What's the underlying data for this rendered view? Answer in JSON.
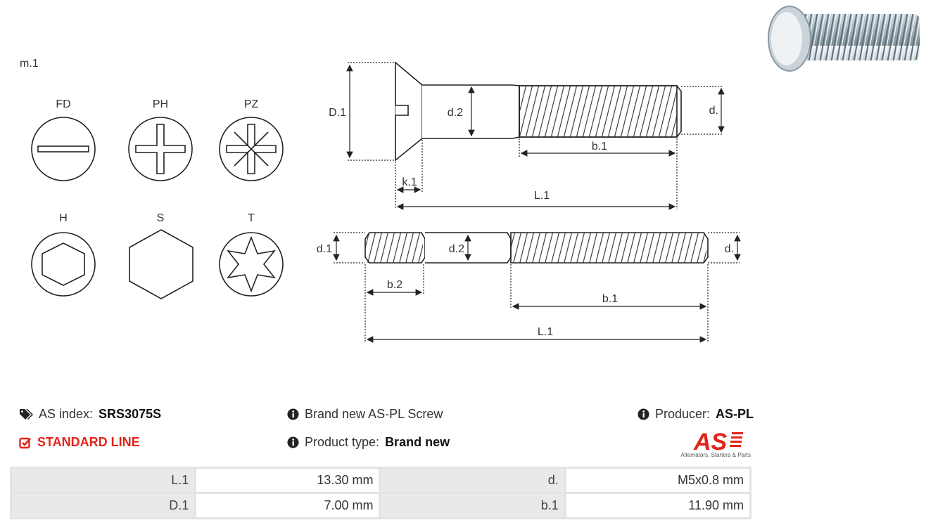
{
  "drawing": {
    "m_label": "m.1",
    "drive_types": [
      "FD",
      "PH",
      "PZ",
      "H",
      "S",
      "T"
    ],
    "top_dims": {
      "D1": "D.1",
      "d2": "d.2",
      "d": "d.",
      "b1": "b.1",
      "k1": "k.1",
      "L1": "L.1"
    },
    "bottom_dims": {
      "d1": "d.1",
      "d2": "d.2",
      "d": "d.",
      "b2": "b.2",
      "b1": "b.1",
      "L1": "L.1"
    }
  },
  "info": {
    "as_index_label": "AS index:",
    "as_index_value": "SRS3075S",
    "line": "STANDARD LINE",
    "description": "Brand new AS-PL Screw",
    "product_type_label": "Product type:",
    "product_type_value": "Brand new",
    "producer_label": "Producer:",
    "producer_value": "AS-PL"
  },
  "logo": {
    "text": "AS",
    "tagline": "Alternators, Starters & Parts",
    "color": "#e2231a"
  },
  "specs": [
    {
      "k1": "L.1",
      "v1": "13.30 mm",
      "k2": "d.",
      "v2": "M5x0.8 mm"
    },
    {
      "k1": "D.1",
      "v1": "7.00 mm",
      "k2": "b.1",
      "v2": "11.90 mm"
    }
  ],
  "colors": {
    "accent": "#e2231a",
    "table_border": "#e3e3e3"
  }
}
